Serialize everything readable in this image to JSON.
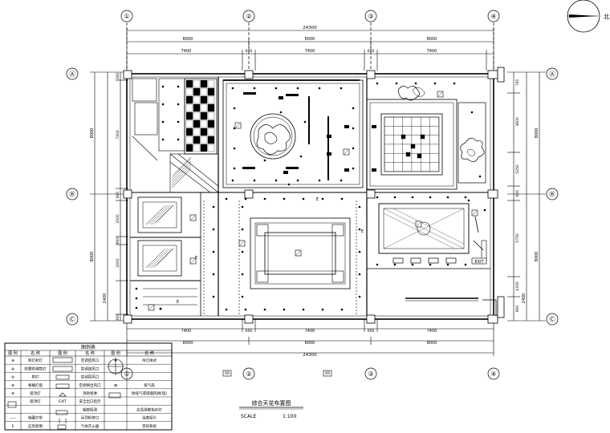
{
  "dims": {
    "overall": "24300",
    "top_segments": [
      "8000",
      "8000",
      "8000"
    ],
    "top_subsegments": [
      "7400",
      "600",
      "7400",
      "600",
      "7400"
    ],
    "bottom_subsegments": [
      "7400",
      "600",
      "7400",
      "600",
      "7400"
    ],
    "bottom_segments": [
      "8000",
      "8000",
      "8000"
    ],
    "bottom_overall": "24300",
    "left_segments": [
      "8000",
      "8000",
      "2400"
    ],
    "left_subsegments": [
      "300",
      "7400",
      "600",
      "2000",
      "600",
      "2000",
      "300"
    ],
    "right_segments": [
      "8000",
      "8000",
      "2400"
    ],
    "right_subsegments": [
      "700",
      "3600",
      "5250",
      "600",
      "5750",
      "1200",
      "900"
    ]
  },
  "north_label": "北",
  "axis_labels": {
    "top": [
      "①",
      "②",
      "③",
      "④"
    ],
    "bottom": [
      "①",
      "②",
      "③",
      "④"
    ],
    "left": [
      "Ⓐ",
      "Ⓑ",
      "Ⓒ"
    ],
    "right": [
      "Ⓐ",
      "Ⓑ",
      "Ⓒ"
    ]
  },
  "room_marks": [
    "E",
    "E",
    "E",
    "E",
    "EXIT"
  ],
  "legend": {
    "title": "图例表",
    "headers": [
      "图 例",
      "名 称",
      "图 例",
      "名 称",
      "图 例",
      "名 称"
    ],
    "rows": [
      [
        "⊕",
        "筒灯射灯",
        "",
        "空调回风口",
        "✥",
        "吊灯样式"
      ],
      [
        "⊕",
        "防雾防潮筒灯",
        "",
        "空调送风口",
        "",
        ""
      ],
      [
        "⊕",
        "射灯",
        "",
        "空调回风口",
        "",
        ""
      ],
      [
        "⊕",
        "格栅灯盘",
        "",
        "空调侧出风口",
        "⊠",
        "排气扇"
      ],
      [
        "⊕",
        "吸顶灯",
        "",
        "消防喷淋",
        "",
        "防排气或排烟风阀(墙)"
      ],
      [
        "",
        "吸顶灯",
        "EXIT",
        "安全出口指示",
        "",
        ""
      ],
      [
        "",
        "",
        "",
        "烟感探测",
        "",
        "应急疏散指示灯"
      ],
      [
        "-----",
        "暗藏灯带",
        "",
        "吊顶检修口",
        "",
        "温度探头"
      ],
      [
        "E",
        "应急照明",
        "",
        "气体灭火器",
        "",
        "音响系统"
      ]
    ]
  },
  "title_block": {
    "title": "综合天花布置图",
    "scale_label": "SCALE",
    "scale_value": "1:100"
  }
}
